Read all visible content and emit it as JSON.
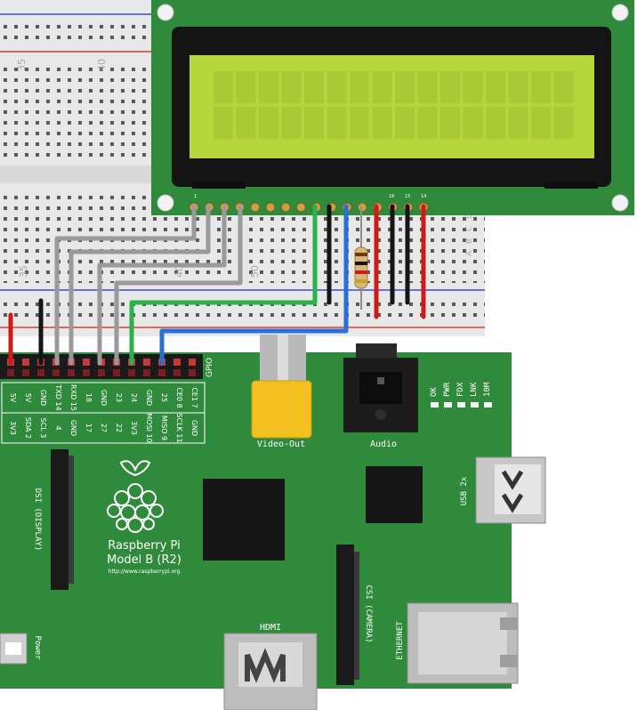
{
  "breadboard": {
    "column_numbers": [
      "35",
      "40",
      "35",
      "40",
      "50"
    ],
    "row_letters": [
      "E",
      "D",
      "C",
      "B",
      "A"
    ]
  },
  "lcd": {
    "pin_marks": [
      "1",
      "16",
      "15",
      "14"
    ]
  },
  "pi": {
    "name_line1": "Raspberry Pi",
    "name_line2": "Model B (R2)",
    "url": "http://www.raspberrypi.org",
    "gpio_label": "GPIO",
    "header_top": [
      "5V",
      "5V",
      "GND",
      "TXD 14",
      "RXD 15",
      "18",
      "GND",
      "23",
      "24",
      "GND",
      "25",
      "CE0 8",
      "CE1 7"
    ],
    "header_bottom": [
      "3V3",
      "SDA 2",
      "SCL 3",
      "4",
      "GND",
      "17",
      "27",
      "22",
      "3V3",
      "MOSI 10",
      "MISO 9",
      "SCLK 11",
      "GND"
    ],
    "leds": [
      "OK",
      "PWR",
      "FDX",
      "LNK",
      "10M"
    ],
    "video_label": "Video-Out",
    "audio_label": "Audio",
    "usb_label": "USB 2x",
    "dsi_label": "DSI (DISPLAY)",
    "csi_label": "CSI (CAMERA)",
    "hdmi_label": "HDMI",
    "ethernet_label": "ETHERNET",
    "power_label": "Power"
  },
  "colors": {
    "pcb": "#2f8a3c",
    "lcd_screen": "#b5d63b",
    "breadboard": "#e8e8e8",
    "wire_gray": "#9a9a9a",
    "wire_green": "#2bb24a",
    "wire_blue": "#2a6fd6",
    "wire_red": "#d01919",
    "wire_black": "#151515",
    "connector_yellow": "#f2c01f"
  }
}
